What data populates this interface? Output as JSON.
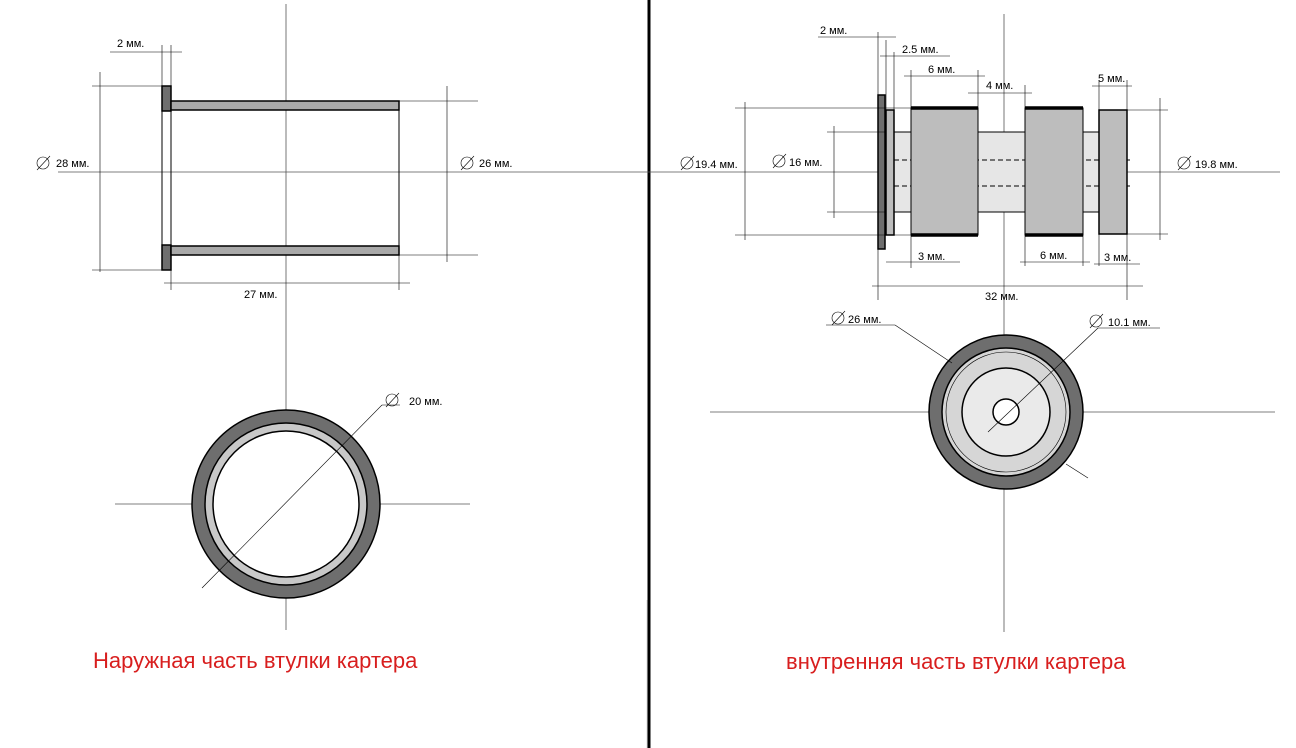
{
  "left": {
    "flange_thickness": "2 мм.",
    "outer_diameter": "28 мм.",
    "tube_diameter": "26 мм.",
    "length": "27 мм.",
    "bore_diameter": "20 мм.",
    "caption": "Наружная  часть втулки  картера"
  },
  "right": {
    "flange_thickness": "2 мм.",
    "gap": "2.5 мм.",
    "band1_width": "6 мм.",
    "middle_gap": "4 мм.",
    "end_band_width": "5 мм.",
    "outer_diameter": "19.4 мм.",
    "inner_diameter": "16 мм.",
    "end_diameter": "19.8 мм.",
    "bottom_gap_left": "3 мм.",
    "band2_width": "6 мм.",
    "bottom_gap_right": "3 мм.",
    "total_length": "32 мм.",
    "end_view_outer": "26 мм.",
    "end_view_bore": "10.1 мм.",
    "caption": "внутренняя  часть  втулки  картера"
  },
  "colors": {
    "caption": "#d81e1e",
    "dark_fill": "#6e6e6e",
    "light_fill": "#bdbdbd",
    "lighter_fill": "#d6d6d6"
  }
}
